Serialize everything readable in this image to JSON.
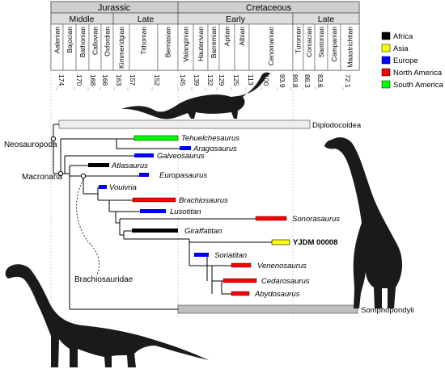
{
  "timescale": {
    "periods": [
      {
        "id": "jurassic",
        "label": "Jurassic"
      },
      {
        "id": "cretaceous",
        "label": "Cretaceous"
      }
    ],
    "epochs": [
      {
        "id": "middle",
        "label": "Middle"
      },
      {
        "id": "late-jur",
        "label": "Late"
      },
      {
        "id": "early",
        "label": "Early"
      },
      {
        "id": "late-cret",
        "label": "Late"
      }
    ],
    "stages": [
      "Aalenian",
      "Bajocian",
      "Bathonian",
      "Callovian",
      "Oxfordian",
      "Kimmeridgian",
      "Tithonian",
      "Berriasian",
      "Valanginian",
      "Hauterivian",
      "Barremian",
      "Aptian",
      "Albian",
      "Cenomanian",
      "Turonian",
      "Coniacian",
      "Santonian",
      "Campanian",
      "Maastrichtian"
    ],
    "ages_ma": [
      "174",
      "170",
      "168",
      "166",
      "163",
      "157",
      "152",
      "145",
      "139",
      "132",
      "129",
      "125",
      "113",
      "100",
      "93.9",
      "89.8",
      "86.3",
      "83.6",
      "72.1"
    ]
  },
  "legend": [
    {
      "label": "Africa",
      "color": "#000000"
    },
    {
      "label": "Asia",
      "color": "#ffff00"
    },
    {
      "label": "Europe",
      "color": "#0000ff"
    },
    {
      "label": "North America",
      "color": "#ff0000"
    },
    {
      "label": "South America",
      "color": "#00ff00"
    }
  ],
  "clades": {
    "neosauropoda": "Neosauropoda",
    "macronaria": "Macronaria",
    "brachiosauridae": "Brachiosauridae",
    "diplodocoidea": "Diplodocoidea",
    "somphospondyli": "Somphopondyli"
  },
  "taxa": [
    {
      "name": "Tehuelchesaurus",
      "color": "#00ff00",
      "region": "South America"
    },
    {
      "name": "Aragosaurus",
      "color": "#0000ff",
      "region": "Europe"
    },
    {
      "name": "Galveosaurus",
      "color": "#0000ff",
      "region": "Europe"
    },
    {
      "name": "Atlasaurus",
      "color": "#000000",
      "region": "Africa"
    },
    {
      "name": "Europasaurus",
      "color": "#0000ff",
      "region": "Europe"
    },
    {
      "name": "Vouivria",
      "color": "#0000ff",
      "region": "Europe"
    },
    {
      "name": "Brachiosaurus",
      "color": "#ff0000",
      "region": "North America"
    },
    {
      "name": "Lusotitan",
      "color": "#0000ff",
      "region": "Europe"
    },
    {
      "name": "Sonorasaurus",
      "color": "#ff0000",
      "region": "North America"
    },
    {
      "name": "Giraffatitan",
      "color": "#000000",
      "region": "Africa"
    },
    {
      "name": "YJDM 00008",
      "color": "#ffff00",
      "region": "Asia"
    },
    {
      "name": "Soriatitan",
      "color": "#0000ff",
      "region": "Europe"
    },
    {
      "name": "Venenosaurus",
      "color": "#ff0000",
      "region": "North America"
    },
    {
      "name": "Cedarosaurus",
      "color": "#ff0000",
      "region": "North America"
    },
    {
      "name": "Abydosaurus",
      "color": "#ff0000",
      "region": "North America"
    }
  ]
}
